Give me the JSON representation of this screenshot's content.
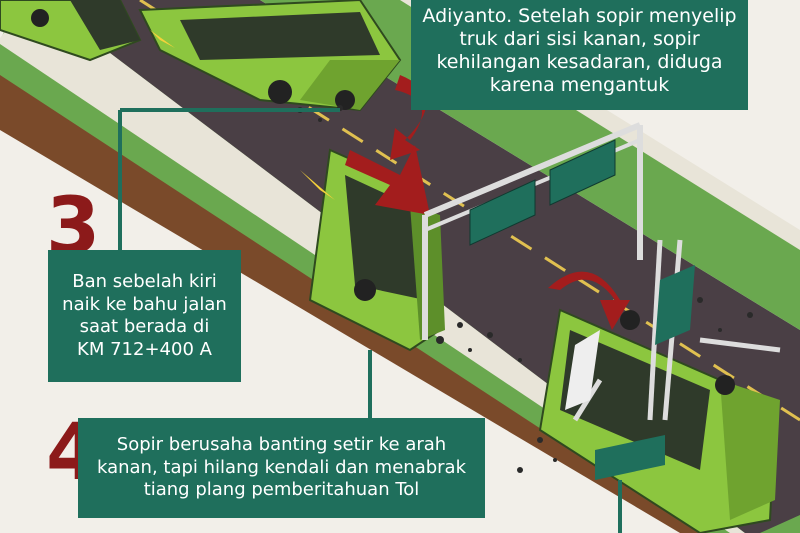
{
  "captions": {
    "step_top_text": "Adiyanto. Setelah sopir menyelip\ntruk dari sisi kanan, sopir\nkehilangan kesadaran, diduga\nkarena mengantuk",
    "step_3": {
      "number": "3",
      "text": "Ban sebelah kiri\nnaik ke bahu jalan\nsaat berada di\nKM 712+400 A"
    },
    "step_4": {
      "number": "4",
      "text": "Sopir berusaha banting setir ke arah\nkanan, tapi hilang kendali dan menabrak\ntiang plang pemberitahuan Tol"
    }
  },
  "colors": {
    "panel": "#1f6f5c",
    "number": "#8c1a1a",
    "bus_body": "#8cc63f",
    "road": "#4a3f45",
    "grass": "#6aa84f",
    "embankment": "#7a4a2a",
    "sign": "#1f6f5c",
    "arrow": "#a31d1d",
    "background": "#f2efe9"
  },
  "icons": [
    "bus-icon",
    "curved-arrow-icon",
    "road-sign-icon",
    "debris-icon"
  ]
}
